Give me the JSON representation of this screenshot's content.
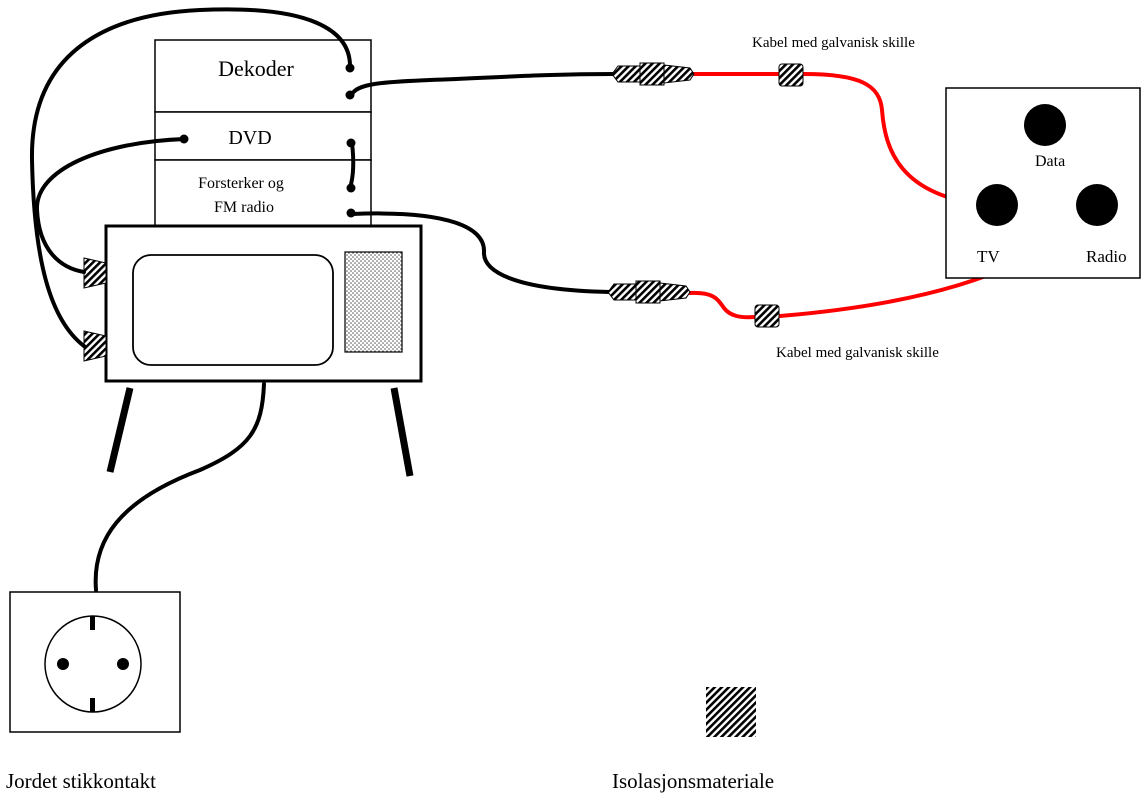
{
  "devices": {
    "dekoder": "Dekoder",
    "dvd": "DVD",
    "forsterker_line1": "Forsterker og",
    "forsterker_line2": "FM radio"
  },
  "wall_outlet": {
    "tv": "TV",
    "radio": "Radio",
    "data": "Data"
  },
  "cable_label_top": "Kabel med galvanisk skille",
  "cable_label_bottom": "Kabel med galvanisk skille",
  "socket_label": "Jordet stikkontakt",
  "legend_label": "Isolasjonsmateriale",
  "colors": {
    "line": "#000000",
    "cable_red": "#ff0000",
    "background": "#ffffff"
  }
}
